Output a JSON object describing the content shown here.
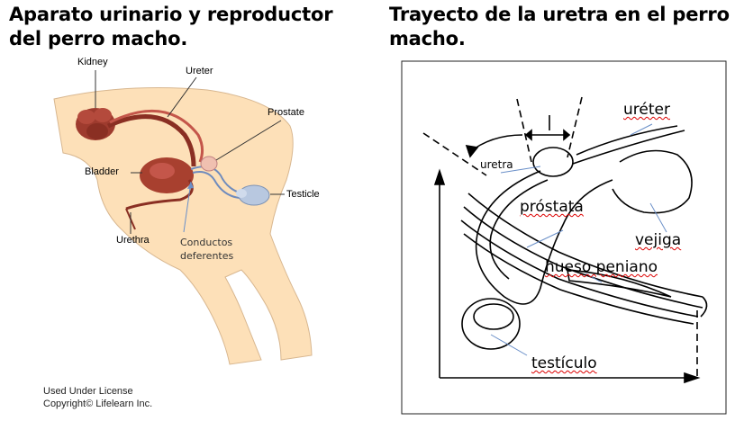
{
  "titles": {
    "left": "Aparato urinario y reproductor del perro macho.",
    "right": "Trayecto de la uretra en el perro macho."
  },
  "left_diagram": {
    "labels": {
      "kidney": "Kidney",
      "ureter": "Ureter",
      "prostate": "Prostate",
      "bladder": "Bladder",
      "testicle": "Testicle",
      "urethra": "Urethra"
    },
    "annotation": "Conductos deferentes",
    "credit_line1": "Used Under License",
    "credit_line2": "Copyright© Lifelearn Inc."
  },
  "right_diagram": {
    "labels": {
      "ureter": "uréter",
      "urethra": "uretra",
      "prostate": "próstata",
      "bladder": "vejiga",
      "penile_bone": "hueso peniano",
      "testicle": "testículo"
    }
  },
  "colors": {
    "skin": "#fde0b8",
    "organ_dark": "#9e3b2e",
    "organ_mid": "#c4564a",
    "testicle": "#b8c8e0",
    "arrow_blue": "#6a8fc8"
  }
}
